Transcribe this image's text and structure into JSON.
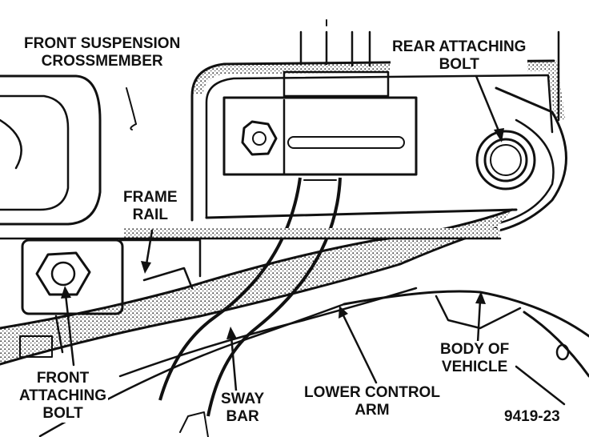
{
  "labels": {
    "front_suspension_crossmember": [
      "FRONT SUSPENSION",
      "CROSSMEMBER"
    ],
    "rear_attaching_bolt": [
      "REAR ATTACHING",
      "BOLT"
    ],
    "frame_rail": [
      "FRAME",
      "RAIL"
    ],
    "front_attaching_bolt": [
      "FRONT",
      "ATTACHING",
      "BOLT"
    ],
    "sway_bar": [
      "SWAY",
      "BAR"
    ],
    "lower_control_arm": [
      "LOWER CONTROL",
      "ARM"
    ],
    "body_of_vehicle": [
      "BODY OF",
      "VEHICLE"
    ],
    "figure_number": "9419-23"
  }
}
